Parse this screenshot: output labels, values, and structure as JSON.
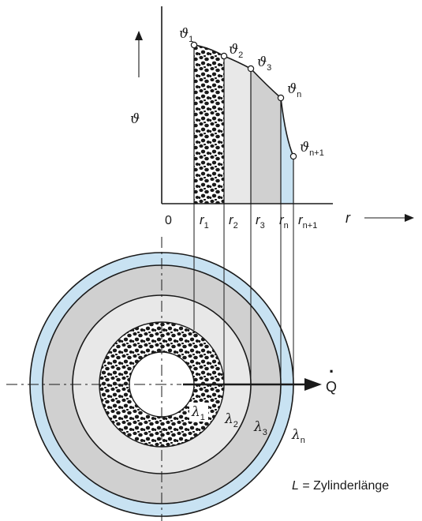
{
  "plot": {
    "axis_x_label": "r",
    "axis_y_label": "ϑ",
    "origin_label": "0",
    "radius_labels": [
      {
        "base": "r",
        "sub": "1"
      },
      {
        "base": "r",
        "sub": "2"
      },
      {
        "base": "r",
        "sub": "3"
      },
      {
        "base": "r",
        "sub": "n"
      },
      {
        "base": "r",
        "sub": "n+1"
      }
    ],
    "temperature_labels": [
      {
        "base": "ϑ",
        "sub": "1"
      },
      {
        "base": "ϑ",
        "sub": "2"
      },
      {
        "base": "ϑ",
        "sub": "3"
      },
      {
        "base": "ϑ",
        "sub": "n"
      },
      {
        "base": "ϑ",
        "sub": "n+1"
      }
    ]
  },
  "cross_section": {
    "conductivity_labels": [
      {
        "base": "λ",
        "sub": "1"
      },
      {
        "base": "λ",
        "sub": "2"
      },
      {
        "base": "λ",
        "sub": "3"
      },
      {
        "base": "λ",
        "sub": "n"
      }
    ],
    "heat_flow_label": "Q",
    "heat_flow_dot": "·"
  },
  "note": {
    "var": "L",
    "text": " = Zylinderlänge"
  },
  "colors": {
    "layer_light": "#e8e8e8",
    "layer_mid": "#d0d0d0",
    "outer_layer": "#c8e2f2",
    "line": "#1a1a1a",
    "granular": "#1a1a1a"
  }
}
